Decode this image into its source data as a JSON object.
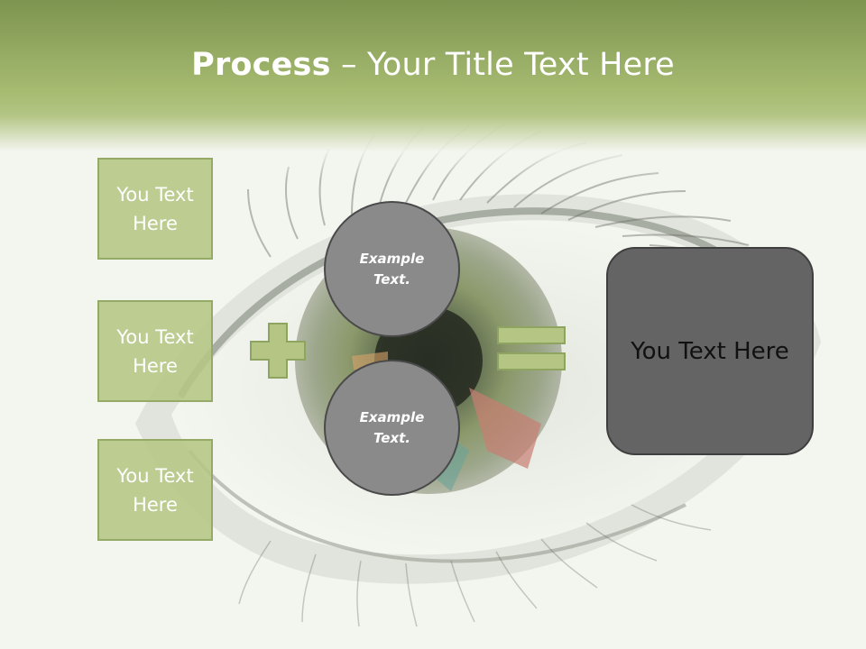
{
  "title": {
    "strong": "Process",
    "separator": " – ",
    "rest": "Your Title Text Here"
  },
  "left_boxes": [
    {
      "line1": "You Text",
      "line2": "Here"
    },
    {
      "line1": "You Text",
      "line2": "Here"
    },
    {
      "line1": "You Text",
      "line2": "Here"
    }
  ],
  "circles": [
    {
      "line1": "Example",
      "line2": "Text."
    },
    {
      "line1": "Example",
      "line2": "Text."
    }
  ],
  "result": {
    "label": "You Text Here"
  },
  "colors": {
    "header_dark": "#7d9450",
    "header_light": "#a6ba70",
    "box_fill": "#b5c684",
    "box_border": "#94aa66",
    "circle_fill": "#8a8a8a",
    "result_fill": "#646464"
  },
  "icons": {
    "operator_plus": "plus-icon",
    "operator_equals": "equals-icon",
    "background": "eye-image"
  }
}
